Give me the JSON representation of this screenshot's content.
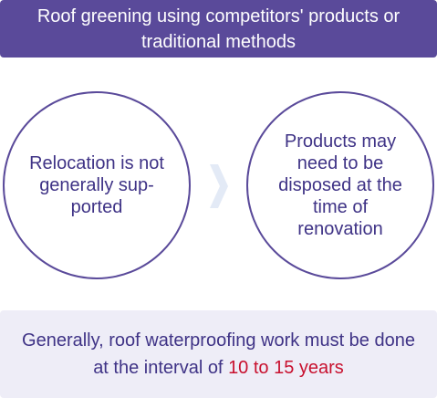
{
  "header": {
    "line1": "Roof greening using competitors' products or",
    "line2": "traditional methods"
  },
  "left_circle": {
    "lines": [
      "Relocation is not",
      "generally sup-",
      "ported"
    ]
  },
  "right_circle": {
    "lines": [
      "Products may",
      "need to be",
      "disposed at the",
      "time of",
      "renovation"
    ]
  },
  "footer": {
    "line1": "Generally, roof waterproofing work must be done",
    "line2_prefix": "at the interval of ",
    "line2_highlight": "10 to 15 years"
  },
  "colors": {
    "primary": "#5a4a9a",
    "text": "#3f3386",
    "highlight": "#c8102e",
    "footer_bg": "#eeedf7",
    "arrow": "#e3eaf6"
  }
}
